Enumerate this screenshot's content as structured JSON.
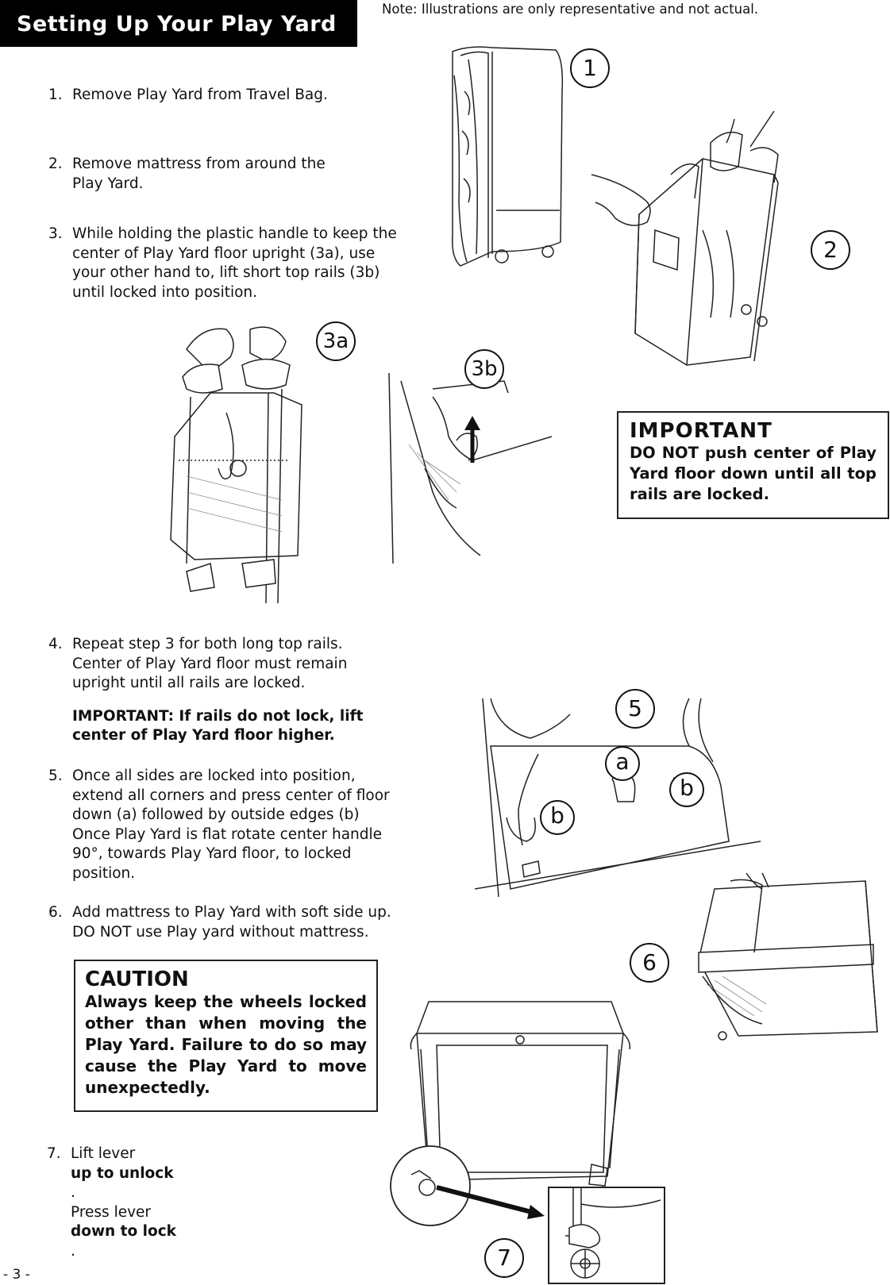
{
  "header": {
    "title": "Setting Up Your Play Yard"
  },
  "note": "Note: Illustrations are only representative and not actual.",
  "steps": [
    {
      "num": "1.",
      "lines": [
        "Remove Play Yard from Travel Bag."
      ]
    },
    {
      "num": "2.",
      "lines": [
        "Remove mattress from around the",
        "Play Yard."
      ]
    },
    {
      "num": "3.",
      "lines": [
        "While holding the plastic handle to keep the",
        "center of Play Yard floor upright (3a), use",
        "your other hand to, lift short top rails (3b)",
        "until locked into position."
      ]
    },
    {
      "num": "4.",
      "lines": [
        "Repeat step 3 for both long top rails.",
        "Center of Play Yard floor must remain",
        "upright until all rails are locked."
      ],
      "important_lines": [
        "IMPORTANT: If rails do not lock, lift",
        "center of Play Yard floor higher."
      ]
    },
    {
      "num": "5.",
      "lines": [
        "Once all sides are locked into position,",
        "extend all corners and press center of floor",
        "down (a) followed by outside edges (b)",
        "Once Play Yard is flat rotate center handle",
        "90°, towards Play Yard floor, to locked",
        "position."
      ]
    },
    {
      "num": "6.",
      "lines": [
        "Add mattress to Play Yard with soft side up.",
        "DO NOT use Play yard without mattress."
      ]
    },
    {
      "num": "7.",
      "line1": {
        "prefix": "Lift lever ",
        "bold": "up to unlock",
        "suffix": "."
      },
      "line2": {
        "prefix": "Press lever ",
        "bold": "down to lock",
        "suffix": "."
      }
    }
  ],
  "important_box": {
    "title": "IMPORTANT",
    "text": "DO NOT push center of Play Yard floor down until all top rails are locked."
  },
  "caution_box": {
    "title": "CAUTION",
    "text": "Always keep the wheels locked other than when moving the Play Yard. Failure to do so may cause the Play Yard to move unexpectedly."
  },
  "badges": {
    "b1": "1",
    "b2": "2",
    "b3a": "3a",
    "b3b": "3b",
    "b5": "5",
    "b6": "6",
    "b7": "7",
    "a": "a",
    "b_right": "b",
    "b_left": "b"
  },
  "page_number": "- 3 -"
}
